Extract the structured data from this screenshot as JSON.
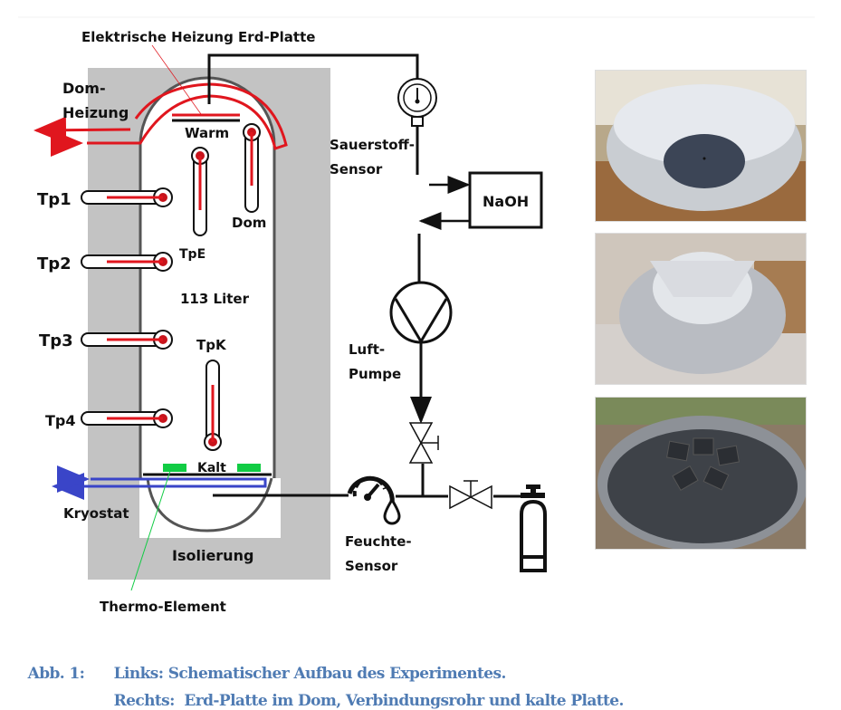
{
  "diagram": {
    "labels": {
      "heater_plate": "Elektrische Heizung Erd-Platte",
      "dome_heating_line1": "Dom-",
      "dome_heating_line2": "Heizung",
      "warm": "Warm",
      "dom": "Dom",
      "tp1": "Tp1",
      "tp2": "Tp2",
      "tp3": "Tp3",
      "tp4": "Tp4",
      "tpe": "TpE",
      "tpk": "TpK",
      "volume": "113 Liter",
      "kalt": "Kalt",
      "kryostat": "Kryostat",
      "isolierung": "Isolierung",
      "thermo_element": "Thermo-Element",
      "oxygen_sensor_line1": "Sauerstoff-",
      "oxygen_sensor_line2": "Sensor",
      "naoh": "NaOH",
      "air_pump_line1": "Luft-",
      "air_pump_line2": "Pumpe",
      "humidity_sensor_line1": "Feuchte-",
      "humidity_sensor_line2": "Sensor"
    },
    "colors": {
      "heating": "#e0161e",
      "cooling": "#3a45c8",
      "thermo": "#11cc44",
      "insulation": "#c3c3c3",
      "caption": "#4f7bb3"
    }
  },
  "photos": [
    {
      "subject": "Erd-Platte im Dom"
    },
    {
      "subject": "Verbindungsrohr"
    },
    {
      "subject": "kalte Platte"
    }
  ],
  "caption": {
    "tag": "Abb. 1:",
    "line1": "Links: Schematischer Aufbau des Experimentes.",
    "line2": "Rechts:  Erd-Platte im Dom, Verbindungsrohr und kalte Platte."
  }
}
